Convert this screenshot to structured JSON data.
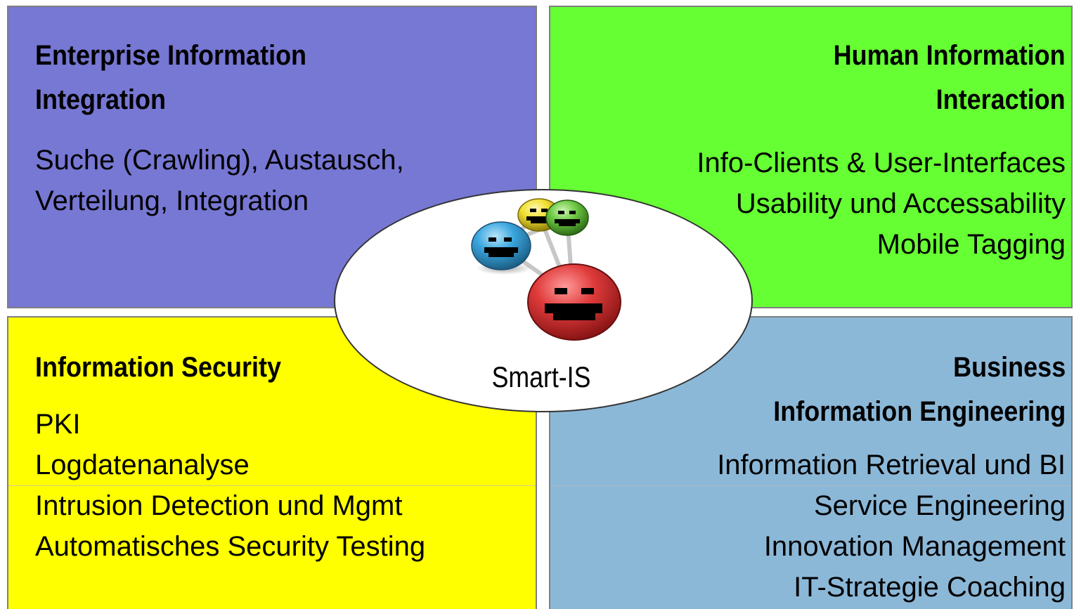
{
  "quadrants": {
    "eii": {
      "title": "Enterprise Information\nIntegration",
      "items": [
        "Suche (Crawling), Austausch,",
        "Verteilung, Integration"
      ],
      "color": "#7777d4"
    },
    "hii": {
      "title": "Human Information\nInteraction",
      "items": [
        "Info-Clients & User-Interfaces",
        "Usability und Accessability",
        "Mobile Tagging"
      ],
      "color": "#66ff33"
    },
    "sec": {
      "title": "Information Security",
      "items": [
        "PKI",
        "Logdatenanalyse",
        "Intrusion Detection und Mgmt",
        "Automatisches Security Testing"
      ],
      "color": "#ffff00"
    },
    "bie": {
      "title": "Business\nInformation Engineering",
      "items": [
        "Information Retrieval und BI",
        "Service Engineering",
        "Innovation Management",
        "IT-Strategie Coaching"
      ],
      "color": "#8cb8d8"
    }
  },
  "center": {
    "label": "Smart-IS",
    "logo": {
      "icon": "smiley-network-icon",
      "face_colors": [
        "#e03b3b",
        "#3aa6de",
        "#f0df2e",
        "#6cc842"
      ]
    }
  }
}
